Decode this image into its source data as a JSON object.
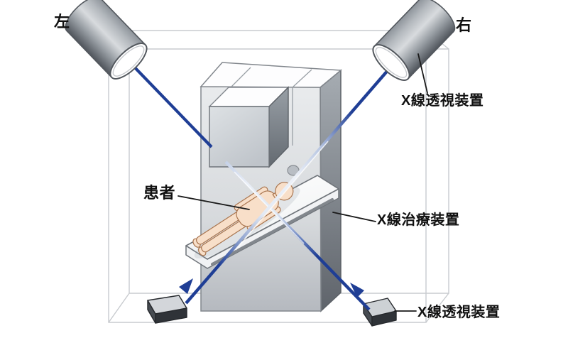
{
  "labels": {
    "left_marker": "左",
    "right_marker": "右",
    "fluoroscopy_top": "X線透視装置",
    "patient": "患者",
    "therapy_device": "X線治療装置",
    "fluoroscopy_bottom": "X線透視装置"
  },
  "colors": {
    "beam_blue": "#1f3e95",
    "beam_highlight": "#eef2f9",
    "machine_light": "#e9ebed",
    "machine_side_dark": "#5f646b",
    "table_white": "#fcfdfd",
    "skin": "#f8dfc9",
    "skin_outline": "#a9754f",
    "detector_dark": "#2f3338",
    "detector_top": "#d3d6da",
    "room_wireframe": "#c8cbcf",
    "callout_black": "#1a1a1a",
    "text": "#111111",
    "background": "#ffffff"
  }
}
